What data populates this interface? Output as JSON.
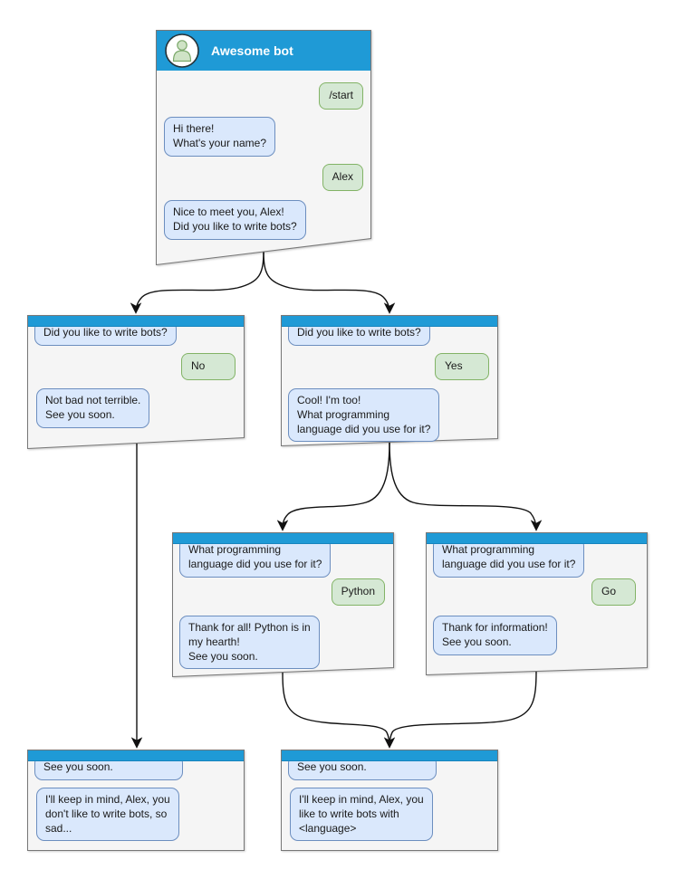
{
  "colors": {
    "header_blue": "#1f9ad6",
    "window_fill": "#f5f5f5",
    "window_border": "#777777",
    "bot_bubble_fill": "#dae8fc",
    "bot_bubble_border": "#6c8ebf",
    "user_bubble_fill": "#d5e8d4",
    "user_bubble_border": "#82b366",
    "connector_color": "#111111"
  },
  "icons": {
    "avatar": "person-in-circle"
  },
  "main_window": {
    "title": "Awesome bot",
    "messages": {
      "start_command": "/start",
      "greeting": "Hi there!\nWhat's your name?",
      "name_reply": "Alex",
      "question": "Nice to meet you, Alex!\nDid you like to write bots?"
    }
  },
  "no_branch": {
    "context": "Did you like to write bots?",
    "answer": "No",
    "reply": "Not bad not terrible.\nSee you soon."
  },
  "yes_branch": {
    "context": "Did you like to write bots?",
    "answer": "Yes",
    "reply": "Cool! I'm too!\nWhat programming\nlanguage did you use for it?"
  },
  "python_branch": {
    "context": "What programming\nlanguage did you use for it?",
    "answer": "Python",
    "reply": "Thank for all! Python is in\nmy hearth!\nSee you soon."
  },
  "go_branch": {
    "context": "What programming\nlanguage did you use for it?",
    "answer": "Go",
    "reply": "Thank for information!\nSee you soon."
  },
  "end_no": {
    "context": "See you soon.",
    "reply": "I'll keep in mind, Alex, you\ndon't like to write bots, so\nsad..."
  },
  "end_yes": {
    "context": "See you soon.",
    "reply": "I'll keep in mind, Alex, you\nlike to write bots with\n<language>"
  }
}
